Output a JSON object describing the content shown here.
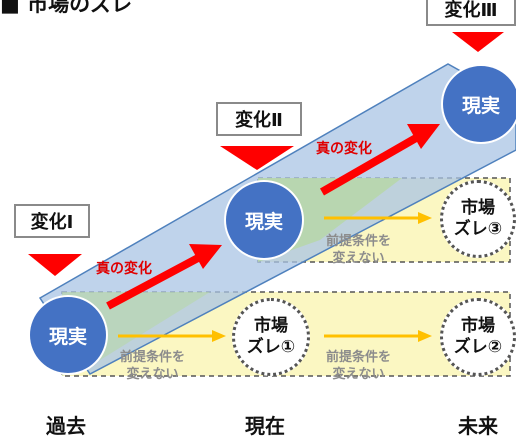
{
  "title": "■ 市場のズレ",
  "changes": [
    "変化Ⅰ",
    "変化Ⅱ",
    "変化Ⅲ"
  ],
  "reality_label": "現実",
  "true_change_label": "真の変化",
  "premise_label": {
    "line1": "前提条件を",
    "line2": "変えない"
  },
  "gaps": [
    {
      "line1": "市場",
      "line2": "ズレ①"
    },
    {
      "line1": "市場",
      "line2": "ズレ②"
    },
    {
      "line1": "市場",
      "line2": "ズレ③"
    }
  ],
  "time_axis": [
    "過去",
    "現在",
    "未来"
  ],
  "colors": {
    "reality_circle": "#4472c4",
    "true_change_band": "#a9c4e4",
    "premise_band": "#fbf7c2",
    "premise_band_overlap": "#b7d7a8",
    "true_change_arrow": "#ff0000",
    "premise_arrow": "#ffc000",
    "change_marker": "#ff0000"
  }
}
